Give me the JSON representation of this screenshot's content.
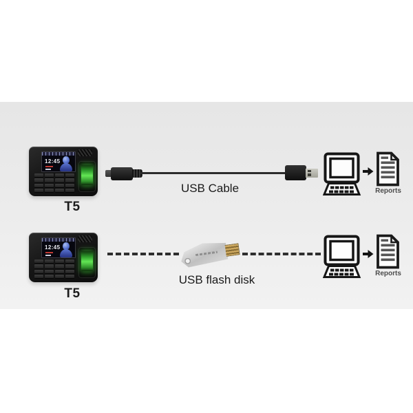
{
  "colors": {
    "background_band": "#ebebeb",
    "page_background": "#ffffff",
    "device_body": "#161616",
    "fingerprint_glow": "#62e654",
    "screen_face_blue": "#5a74d0",
    "cable_black": "#2b2b2b",
    "flash_drive_silver": "#c9c9c9",
    "flash_tip_gold": "#cda85f",
    "icon_stroke": "#161616",
    "label_text": "#1a1a1a",
    "report_text": "#4c4c4c"
  },
  "icons": {
    "computer": "desktop-computer-icon",
    "arrow": "arrow-right-icon",
    "report": "report-document-icon",
    "fingerprint": "fingerprint-sensor",
    "face": "face-photo"
  },
  "rows": [
    {
      "device": {
        "label": "T5",
        "screen_time": "12:45"
      },
      "connection": {
        "type": "usb-cable",
        "label": "USB Cable"
      },
      "reports": {
        "label": "Reports"
      }
    },
    {
      "device": {
        "label": "T5",
        "screen_time": "12:45"
      },
      "connection": {
        "type": "usb-flash-disk",
        "label": "USB flash disk"
      },
      "reports": {
        "label": "Reports"
      }
    }
  ]
}
